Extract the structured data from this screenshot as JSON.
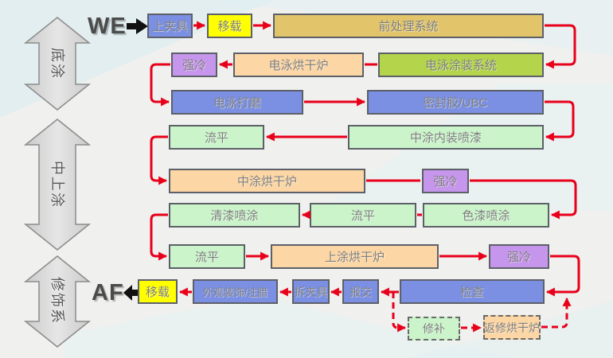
{
  "markers": {
    "start": "WE",
    "end": "AF"
  },
  "stages": {
    "primer": "底涂",
    "mid_top": "中上涂",
    "finishing": "修饰系"
  },
  "nodes": {
    "clamp_on": "上夹具",
    "transfer_in": "移载",
    "pretreatment": "前处理系统",
    "ed_coating": "电泳涂装系统",
    "ed_oven": "电泳烘干炉",
    "cool_1": "强冷",
    "ed_sanding": "电泳打磨",
    "sealer_ubc": "密封胶/UBC",
    "mid_interior_spray": "中涂内装喷漆",
    "flow_1": "流平",
    "mid_oven": "中涂烘干炉",
    "cool_2": "强冷",
    "color_spray": "色漆喷涂",
    "flow_2": "流平",
    "clear_spray": "清漆喷涂",
    "flow_3": "流平",
    "top_oven": "上涂烘干炉",
    "cool_3": "强冷",
    "inspection": "检查",
    "report": "报交",
    "declamp": "拆夹具",
    "trim_wax": "外观装饰/注腊",
    "transfer_out": "移载",
    "repair": "修补",
    "repair_oven": "返修烘干炉"
  },
  "colors": {
    "connector_red": "#e8001a",
    "node_blue": "#7b90e2",
    "node_yellow": "#ffff00",
    "node_tan": "#e2c56a",
    "node_yellow_green": "#b3d44b",
    "node_orange": "#fcd6a4",
    "node_purple": "#c696ec",
    "node_light_green": "#cbf4ca",
    "stage_arrow_gray": "#d6d6d6",
    "text_gray": "#7f7f7f"
  }
}
